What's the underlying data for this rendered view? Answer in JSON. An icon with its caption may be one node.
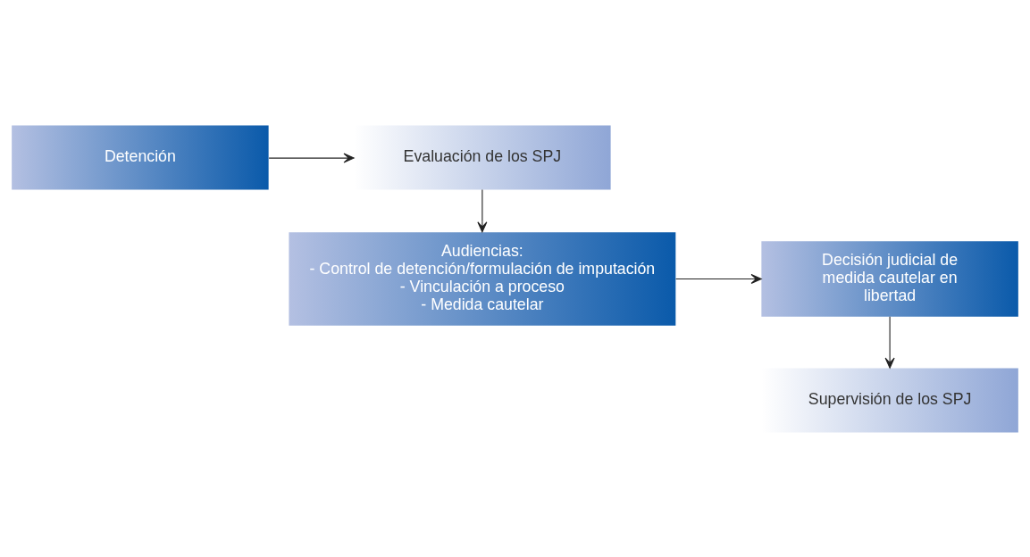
{
  "diagram": {
    "nodes": [
      {
        "text": [
          "Detención"
        ]
      },
      {
        "text": [
          "Evaluación de los SPJ"
        ]
      },
      {
        "text": [
          "Audiencias:",
          "- Control de detención/formulación de imputación",
          "- Vinculación a proceso",
          "- Medida cautelar"
        ]
      },
      {
        "text": [
          "Decisión judicial de medida cautelar en libertad"
        ]
      },
      {
        "text": [
          "Supervisión de los SPJ"
        ]
      }
    ],
    "edges": [
      {
        "from": 0,
        "to": 1,
        "arrow": "to"
      },
      {
        "from": 1,
        "to": 2,
        "arrow": "to"
      },
      {
        "from": 2,
        "to": 3,
        "arrow": "to"
      },
      {
        "from": 3,
        "to": 4,
        "arrow": "to"
      }
    ]
  }
}
